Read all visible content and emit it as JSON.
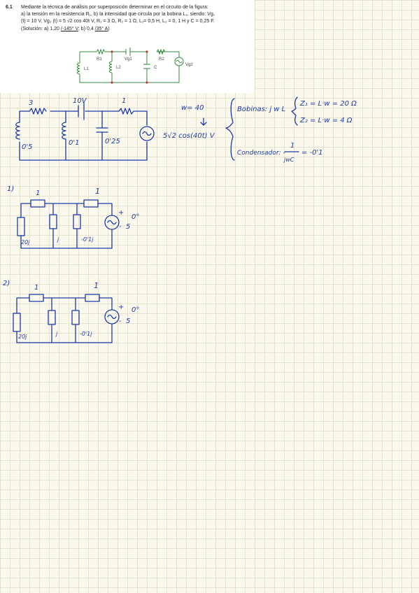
{
  "problem": {
    "number": "6.1",
    "line1": "Mediante la técnica de análisis por superposición determinar en el circuito de la figura:",
    "line2": "a) la tensión en la resistencia R₁, b) la intensidad que circula por la bobina L₁, siendo: Vg₁",
    "line3": "(t) = 10 V, Vg₂ (t) = 5 √2 cos 40t V, R₁ = 3 Ω,  R₂ = 1 Ω, L₁= 0,5 H, L₂ = 0, 1 H y C = 0,25 F.",
    "solution_prefix": "(Solución: a) 1,20 ",
    "solution_angle_a": "/-145° V",
    "solution_mid": "; b) 0,4 ",
    "solution_angle_b": "/35° A",
    "solution_suffix": ")"
  },
  "schematic": {
    "r1": "R1",
    "vg1": "Vg1",
    "r2": "R2",
    "vg2": "Vg2",
    "l1": "L1",
    "l2": "L2",
    "c": "C"
  },
  "notes": {
    "r1_value": "3",
    "vg1_value": "10V",
    "r2_value": "1",
    "l1_value": "0'5",
    "l2_value": "0'1",
    "c_value": "0'25",
    "source_expr": "5√2 cos(40t) V",
    "omega": "w= 40",
    "bobinas": "Bobinas: j w L",
    "z_l1": "Z₁ = L·w = 20 Ω",
    "z_l2": "Z₂ = L·w = 4 Ω",
    "condensador": "Condensador: -",
    "cond_num": "1",
    "cond_den": "jwC",
    "cond_result": "= -0'1",
    "step1_label": "1)",
    "step2_label": "2)",
    "s_r1": "1",
    "s_r2": "1",
    "s_z1": "20j",
    "s_z2": "j",
    "s_zc": "-0'1j",
    "s_src": "5",
    "s_angle": "0°",
    "s_plus": "+",
    "s_minus": "-"
  }
}
